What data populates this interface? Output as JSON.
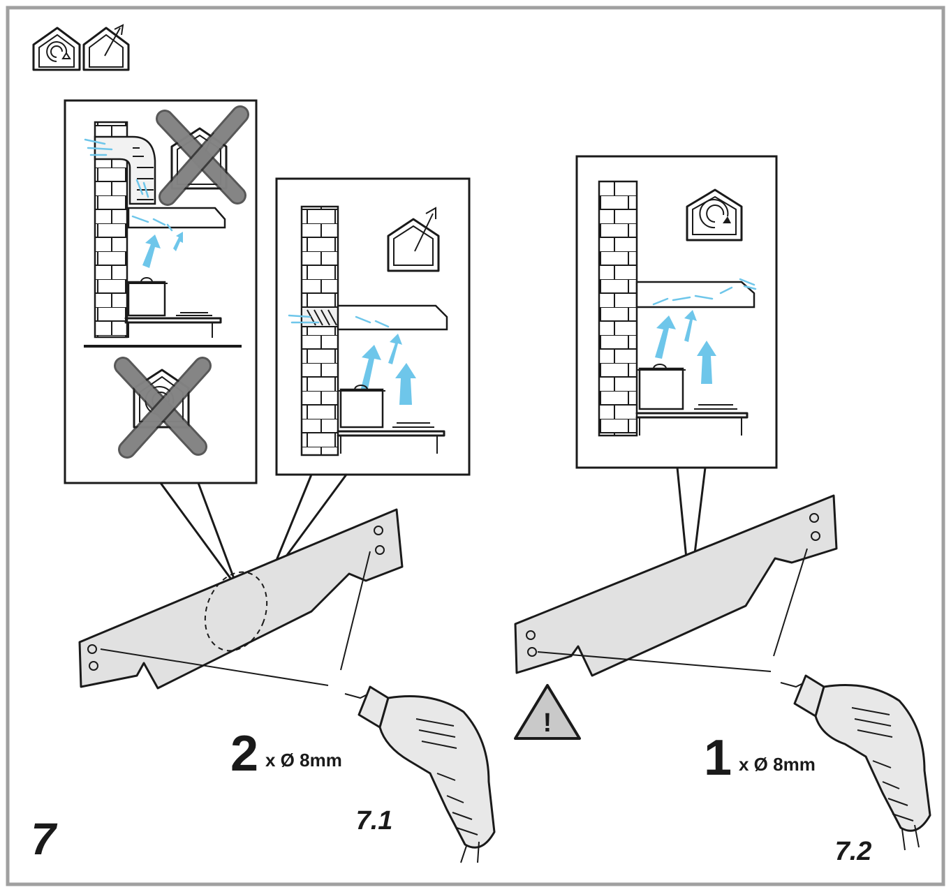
{
  "figure_number": "7",
  "steps": [
    {
      "id": "7.1",
      "label": "7.1",
      "count": "2",
      "spec": "x Ø 8mm"
    },
    {
      "id": "7.2",
      "label": "7.2",
      "count": "1",
      "spec": "x Ø 8mm"
    }
  ],
  "icons": {
    "header": [
      "recirculation-house-icon",
      "extraction-house-icon"
    ],
    "warning": "warning-triangle-icon",
    "warning_glyph": "!"
  },
  "colors": {
    "airflow": "#6ec6ea",
    "plate": "#e1e1e1",
    "frame": "#a0a0a0",
    "cross": "#555555"
  }
}
